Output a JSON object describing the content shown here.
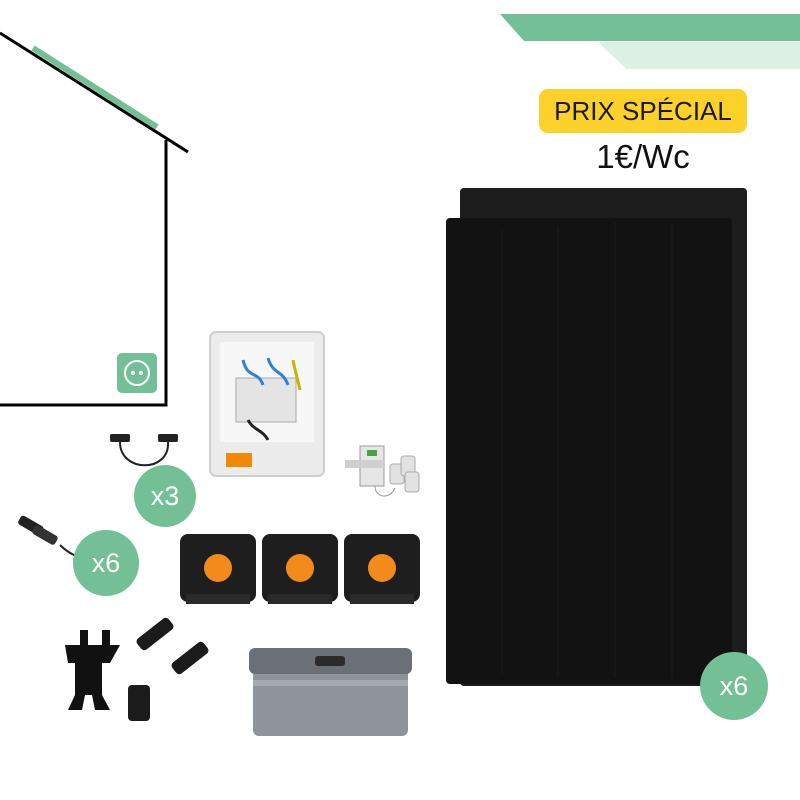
{
  "promo": {
    "label": "PRIX SPÉCIAL",
    "price": "1€/Wc"
  },
  "badges": {
    "cable_qty": "x3",
    "connector_qty": "x6",
    "panel_qty": "x6"
  },
  "icons": {
    "socket": "power-socket-icon"
  },
  "colors": {
    "accent_green": "#74c096",
    "light_green": "#ddf0e4",
    "yellow": "#fcd12b",
    "panel_black": "#121212"
  }
}
